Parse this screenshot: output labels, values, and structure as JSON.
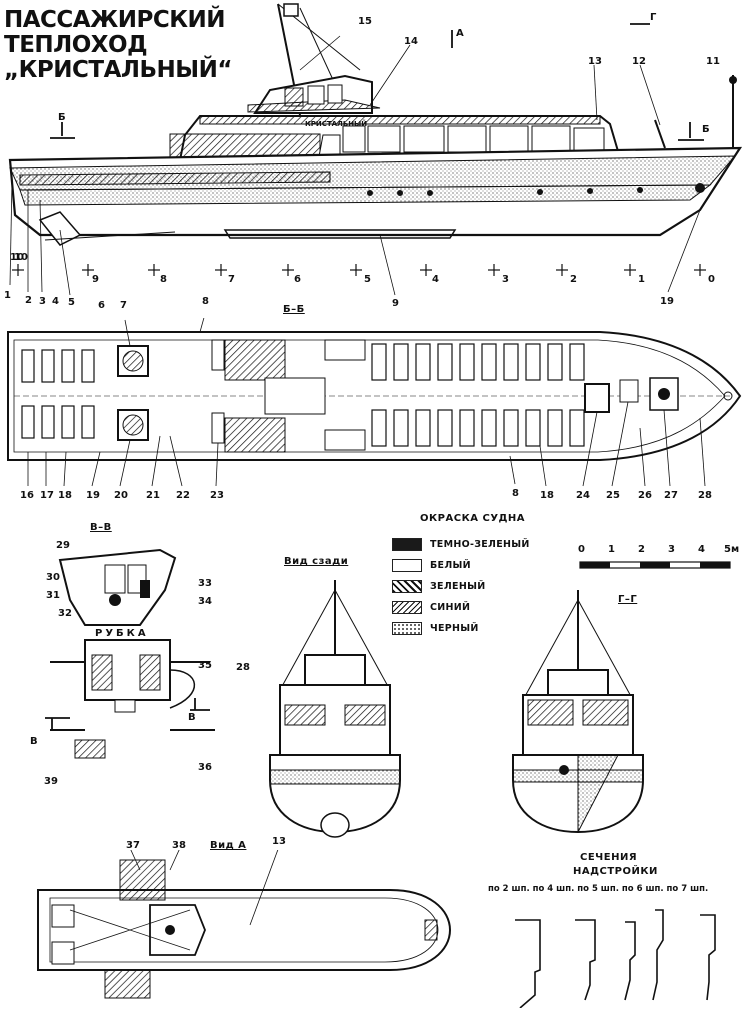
{
  "title": {
    "line1": "ПАССАЖИРСКИЙ",
    "line2": "ТЕПЛОХОД",
    "line3": "„КРИСТАЛЬНЫЙ“"
  },
  "hull_name": "КРИСТАЛЬНЫЙ",
  "view_markers": {
    "A": "A",
    "B": "Б",
    "G": "Г",
    "V": "В"
  },
  "frames": [
    "10",
    "9",
    "8",
    "7",
    "6",
    "5",
    "4",
    "3",
    "2",
    "1",
    "0"
  ],
  "side_callouts": [
    "1",
    "2",
    "3",
    "4",
    "5",
    "6",
    "9",
    "10",
    "11",
    "12",
    "13",
    "14",
    "15",
    "19"
  ],
  "plan": {
    "caption": "Б–Б",
    "callouts": [
      "7",
      "8",
      "8",
      "16",
      "17",
      "18",
      "18",
      "19",
      "20",
      "21",
      "22",
      "23",
      "24",
      "25",
      "26",
      "27",
      "28"
    ]
  },
  "section_vv": {
    "caption": "В–В",
    "subcaption": "РУБКА",
    "callouts": [
      "29",
      "30",
      "31",
      "32",
      "33",
      "34",
      "35",
      "36",
      "39"
    ]
  },
  "rear_view": {
    "caption": "Вид сзади",
    "callouts": [
      "28"
    ]
  },
  "legend": {
    "title": "ОКРАСКА СУДНА",
    "items": [
      {
        "label": "ТЕМНО-ЗЕЛЕНЫЙ",
        "color": "#1a1a1a"
      },
      {
        "label": "БЕЛЫЙ",
        "color": "#ffffff"
      },
      {
        "label": "ЗЕЛЕНЫЙ",
        "color": "hatch-green"
      },
      {
        "label": "СИНИЙ",
        "color": "hatch-blue"
      },
      {
        "label": "ЧЕРНЫЙ",
        "color": "dots-black"
      }
    ]
  },
  "scale": {
    "ticks": [
      "0",
      "1",
      "2",
      "3",
      "4",
      "5м"
    ]
  },
  "section_gg": {
    "caption": "Г–Г"
  },
  "view_a": {
    "caption": "Вид А",
    "callouts": [
      "37",
      "38",
      "13"
    ]
  },
  "superstructure_sections": {
    "line1": "СЕЧЕНИЯ",
    "line2": "НАДСТРОЙКИ",
    "line3": "по 2 шп.  по 4 шп.  по 5 шп.  по 6 шп.  по 7 шп."
  }
}
